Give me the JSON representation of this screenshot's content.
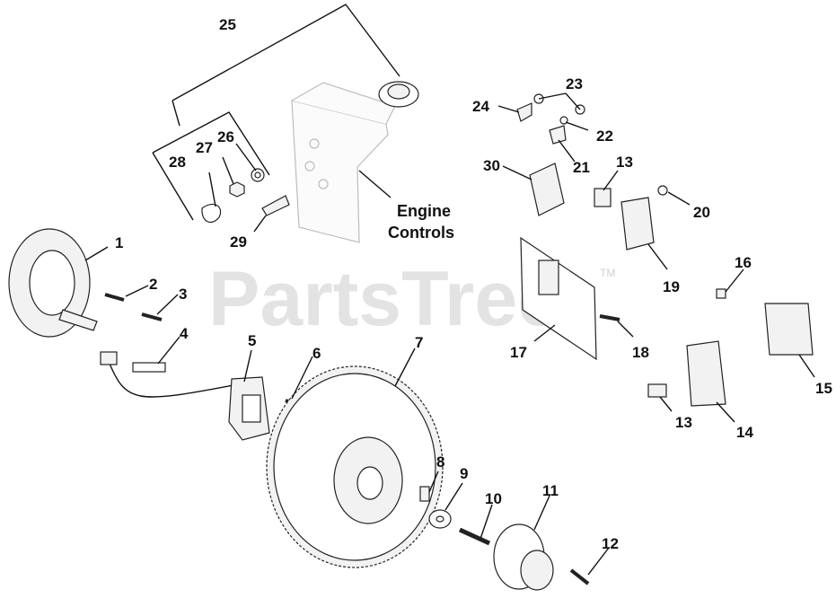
{
  "watermark": {
    "text": "PartsTree",
    "mark": "TM"
  },
  "callout": {
    "line1": "Engine",
    "line2": "Controls"
  },
  "labels": {
    "n1": "1",
    "n2": "2",
    "n3": "3",
    "n4": "4",
    "n5": "5",
    "n6": "6",
    "n7": "7",
    "n8": "8",
    "n9": "9",
    "n10": "10",
    "n11": "11",
    "n12": "12",
    "n13a": "13",
    "n13b": "13",
    "n14": "14",
    "n15": "15",
    "n16": "16",
    "n17": "17",
    "n18": "18",
    "n19": "19",
    "n20": "20",
    "n21": "21",
    "n22": "22",
    "n23": "23",
    "n24": "24",
    "n25": "25",
    "n26": "26",
    "n27": "27",
    "n28": "28",
    "n29": "29",
    "n30": "30"
  },
  "colors": {
    "ink": "#111111",
    "watermark": "#e3e3e3",
    "bracket": "#bdbdbd"
  }
}
